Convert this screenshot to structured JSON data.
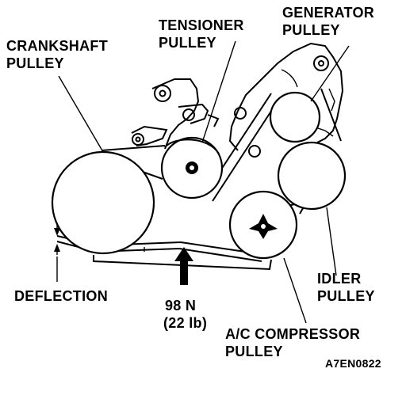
{
  "labels": {
    "crankshaft_line1": "CRANKSHAFT",
    "crankshaft_line2": "PULLEY",
    "tensioner_line1": "TENSIONER",
    "tensioner_line2": "PULLEY",
    "generator_line1": "GENERATOR",
    "generator_line2": "PULLEY",
    "deflection": "DEFLECTION",
    "force_line1": "98 N",
    "force_line2": "(22 lb)",
    "idler_line1": "IDLER",
    "idler_line2": "PULLEY",
    "ac_line1": "A/C COMPRESSOR",
    "ac_line2": "PULLEY",
    "figure_code": "A7EN0822"
  },
  "colors": {
    "ink": "#000000",
    "paper": "#ffffff"
  }
}
